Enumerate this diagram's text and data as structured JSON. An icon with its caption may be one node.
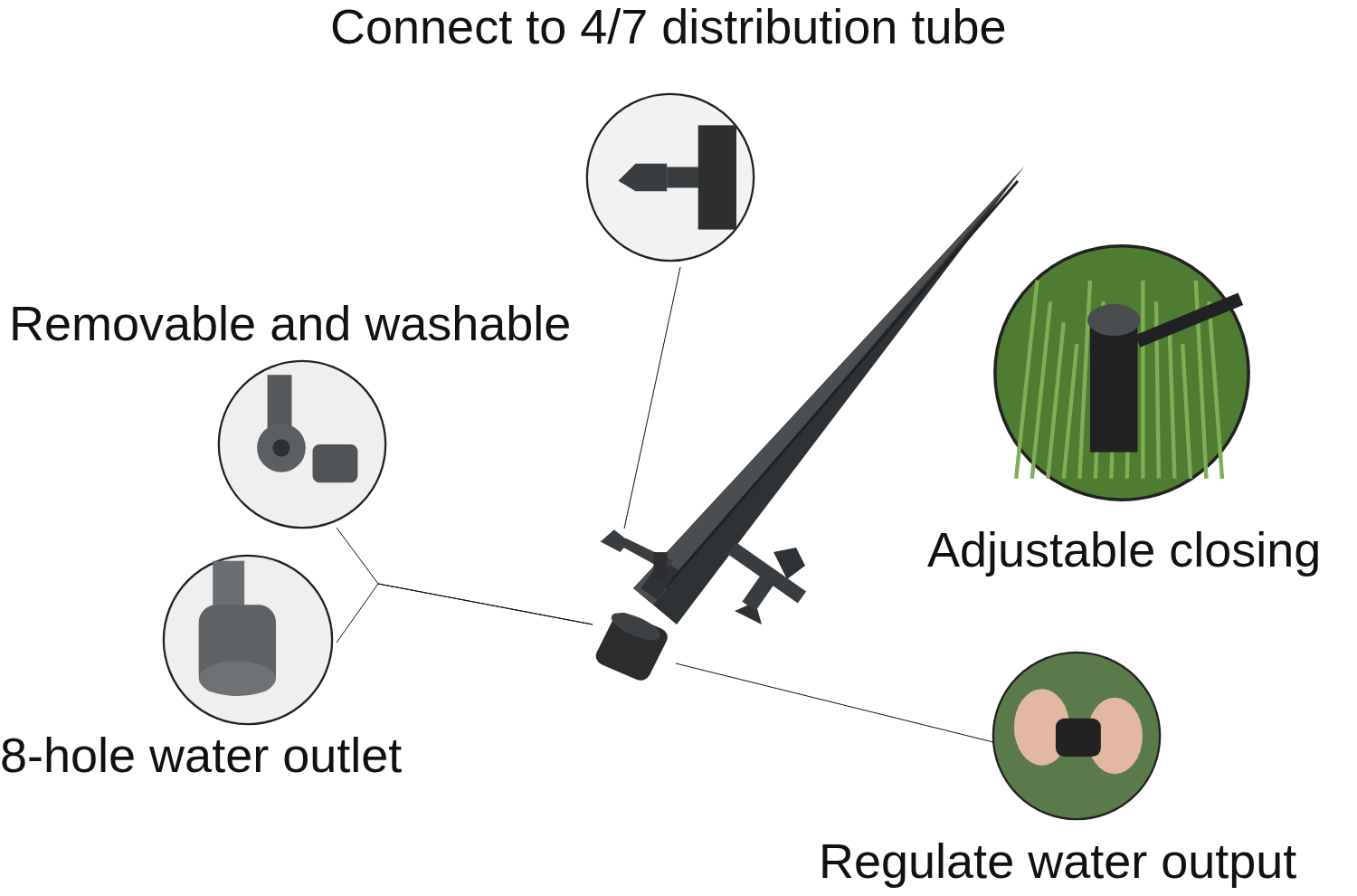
{
  "diagram": {
    "nodes": [
      {
        "text": [
          "Connect to 4/7 distribution tube"
        ]
      },
      {
        "text": [
          "Removable and washable"
        ]
      },
      {
        "text": [
          "8-hole water outlet"
        ]
      },
      {
        "text": [
          "Adjustable closing"
        ]
      },
      {
        "text": [
          "Regulate water output"
        ]
      },
      {
        "text": [],
        "shape": "picture"
      },
      {
        "text": [],
        "shape": "picture"
      }
    ],
    "edges": [
      {
        "from": 0,
        "to": 5,
        "arrow": "none"
      },
      {
        "from": 1,
        "to": 6,
        "arrow": "none"
      },
      {
        "from": 2,
        "to": 6,
        "arrow": "none"
      },
      {
        "from": 4,
        "to": 6,
        "arrow": "none"
      }
    ]
  }
}
